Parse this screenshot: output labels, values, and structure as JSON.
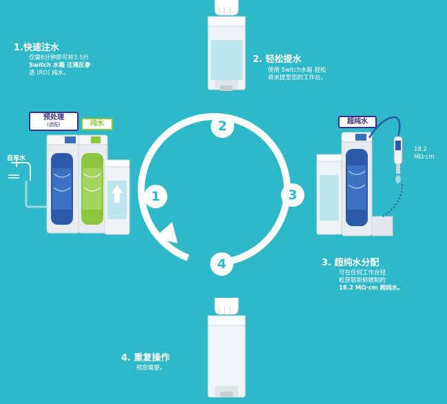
{
  "steps": [
    {
      "title": "1.快速注水",
      "desc_lines": [
        "仅需6分钟即可将3.5升",
        "Switch 水箱 注满反渗",
        "透 (RO) 纯水。"
      ]
    },
    {
      "title": "2. 轻松提水",
      "desc_lines": [
        "使用 Switch水箱 轻松",
        "将水提至您的工作台。"
      ]
    },
    {
      "title": "3. 超纯水分配",
      "desc_lines": [
        "可在任何工作台轻",
        "松获取新鲜精制的",
        "18.2 MΩ·cm 超纯水。"
      ]
    },
    {
      "title": "4. 重复操作",
      "desc_lines": [
        "视您需要。"
      ]
    }
  ],
  "cycle_numbers": [
    "1",
    "2",
    "3",
    "4"
  ],
  "labels": {
    "pretreatment": "预处理",
    "pretreatment_note": "(选配)",
    "pure_water": "纯水",
    "tap_water": "自来水",
    "ultrapure_water": "超纯水",
    "resistivity_value": "18.2",
    "resistivity_unit": "MΩ·cm"
  },
  "colors": {
    "background": "#2fb8c8",
    "accent_purple": "#3d2d86",
    "accent_green": "#8cc63f",
    "device_body": "#e8ecef",
    "cartridge_blue": "#2b5aa8"
  },
  "icons": [
    "hand-icon",
    "faucet-icon",
    "water-tank-icon",
    "cartridge-icon",
    "dispenser-icon",
    "cycle-arrow-icon"
  ]
}
